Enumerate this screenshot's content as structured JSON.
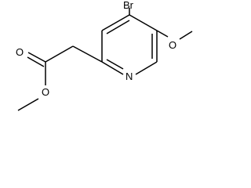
{
  "structure": {
    "atoms": {
      "bromine": "Br",
      "ester_carbonyl_oxygen": "O",
      "ester_single_oxygen": "O",
      "methoxy_oxygen": "O",
      "pyridine_nitrogen": "N"
    }
  },
  "colors": {
    "bond": "#000000",
    "label": "#000000",
    "background": "#ffffff"
  }
}
